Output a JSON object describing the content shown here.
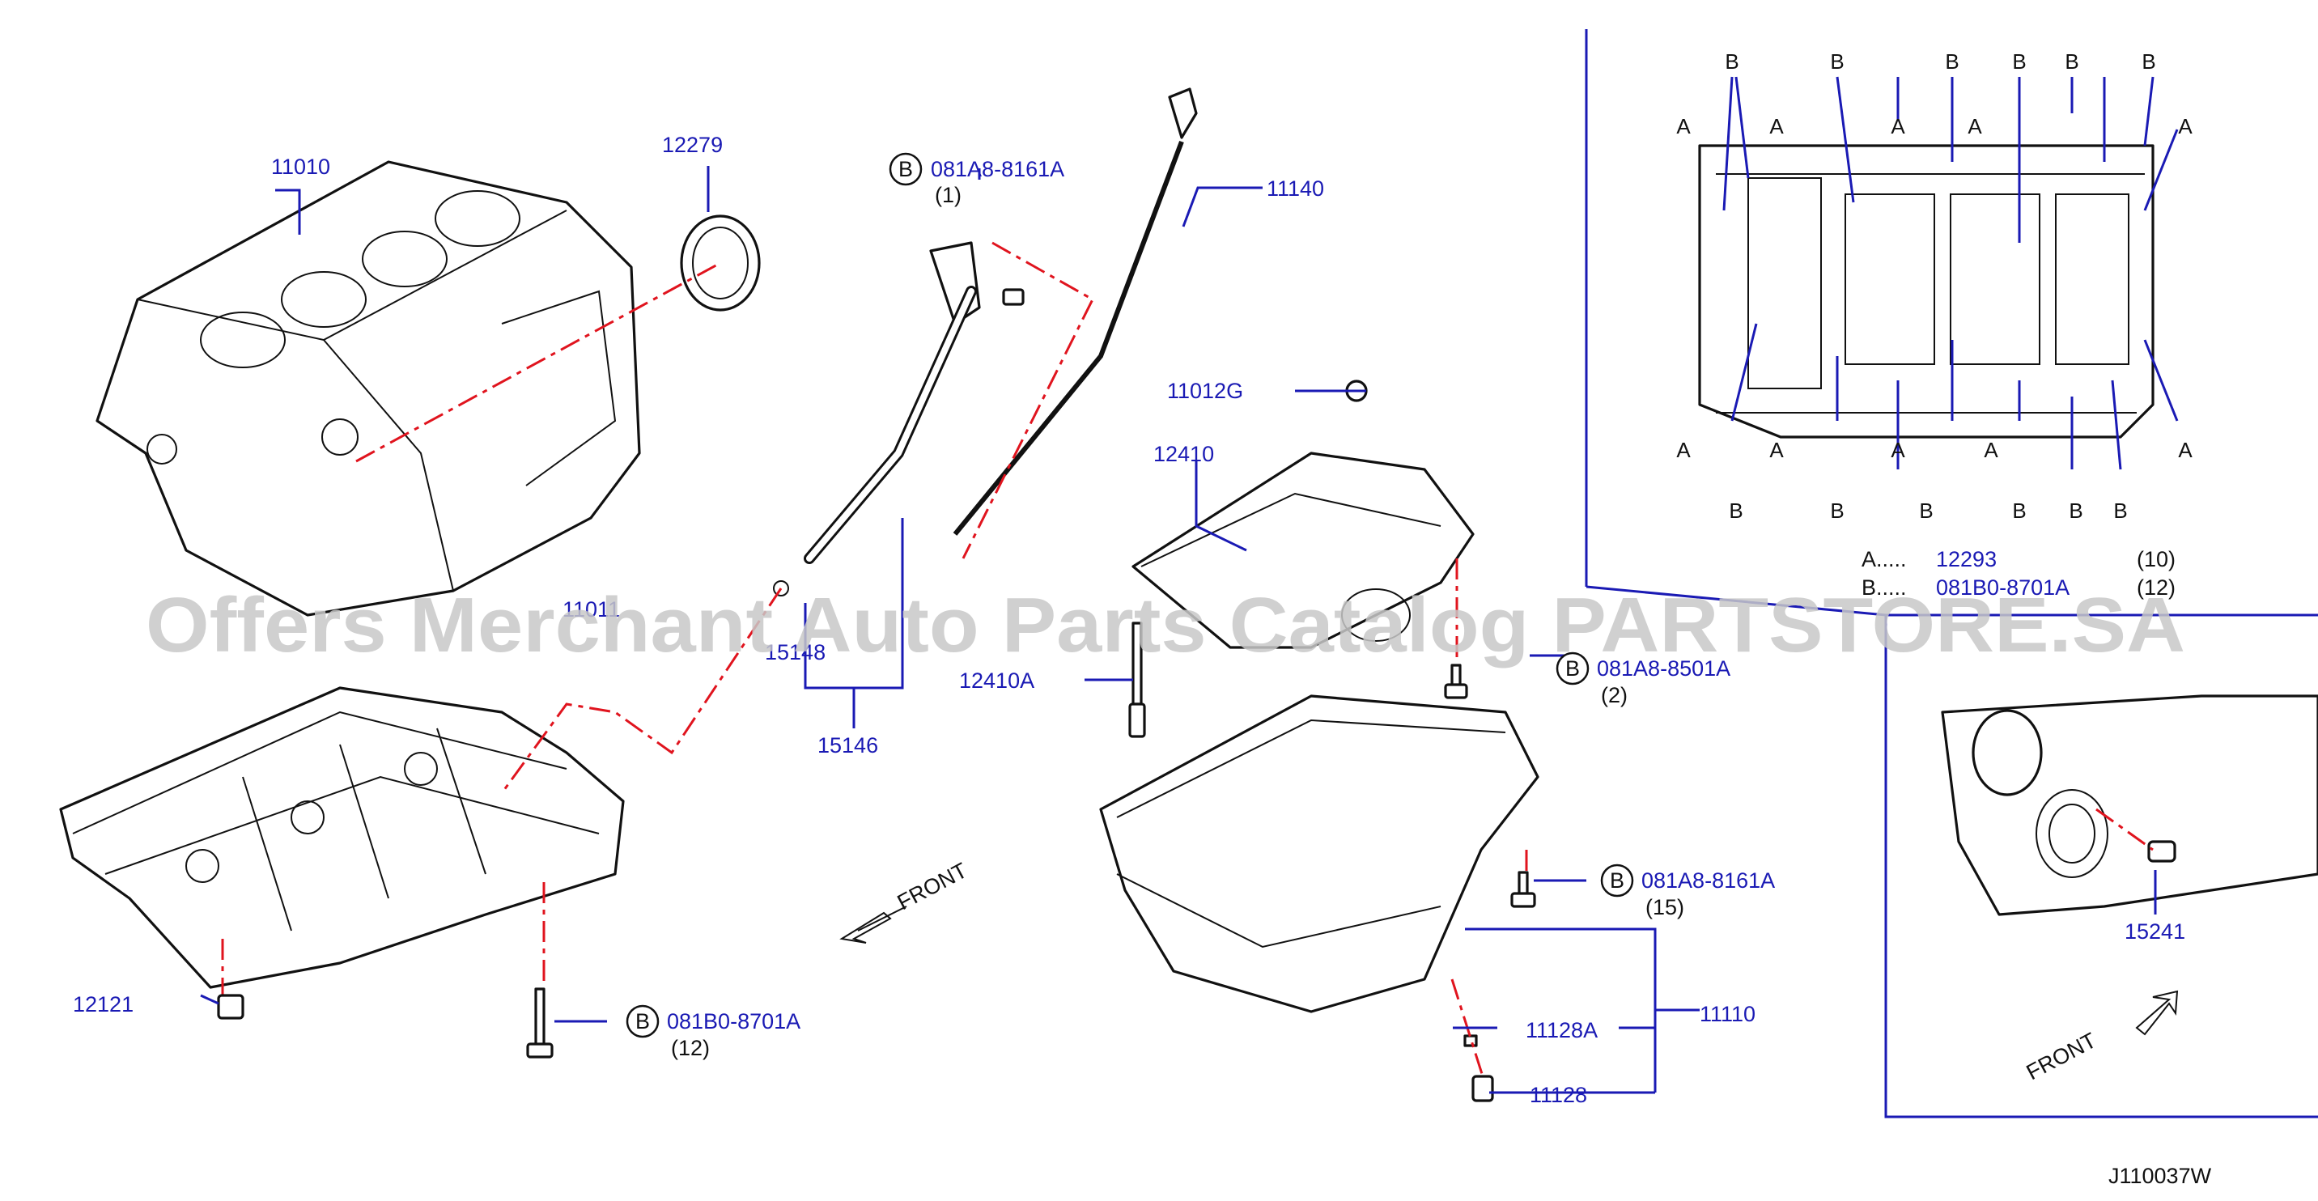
{
  "watermark": "Offers Merchant Auto Parts Catalog PARTSTORE.SA",
  "diagram_code": "J110037W",
  "front_labels": [
    "FRONT",
    "FRONT"
  ],
  "bolt_symbol": "B",
  "part_labels": {
    "p11010": "11010",
    "p12279": "12279",
    "p11140": "11140",
    "p11012G": "11012G",
    "p12410": "12410",
    "p12410A": "12410A",
    "p15148": "15148",
    "p15146": "15146",
    "p12121": "12121",
    "p11110": "11110",
    "p11128A": "11128A",
    "p11128": "11128",
    "p15241": "15241",
    "p11011": "11011"
  },
  "bolts": {
    "b1": {
      "code": "081A8-8161A",
      "qty": "(1)"
    },
    "b2": {
      "code": "081A8-8501A",
      "qty": "(2)"
    },
    "b3": {
      "code": "081A8-8161A",
      "qty": "(15)"
    },
    "b4": {
      "code": "081B0-8701A",
      "qty": "(12)"
    }
  },
  "legend": [
    {
      "key": "A.....",
      "part": "12293",
      "qty": "(10)"
    },
    {
      "key": "B.....",
      "part": "081B0-8701A",
      "qty": "(12)"
    }
  ],
  "detail_letters": {
    "a": "A",
    "b": "B"
  }
}
